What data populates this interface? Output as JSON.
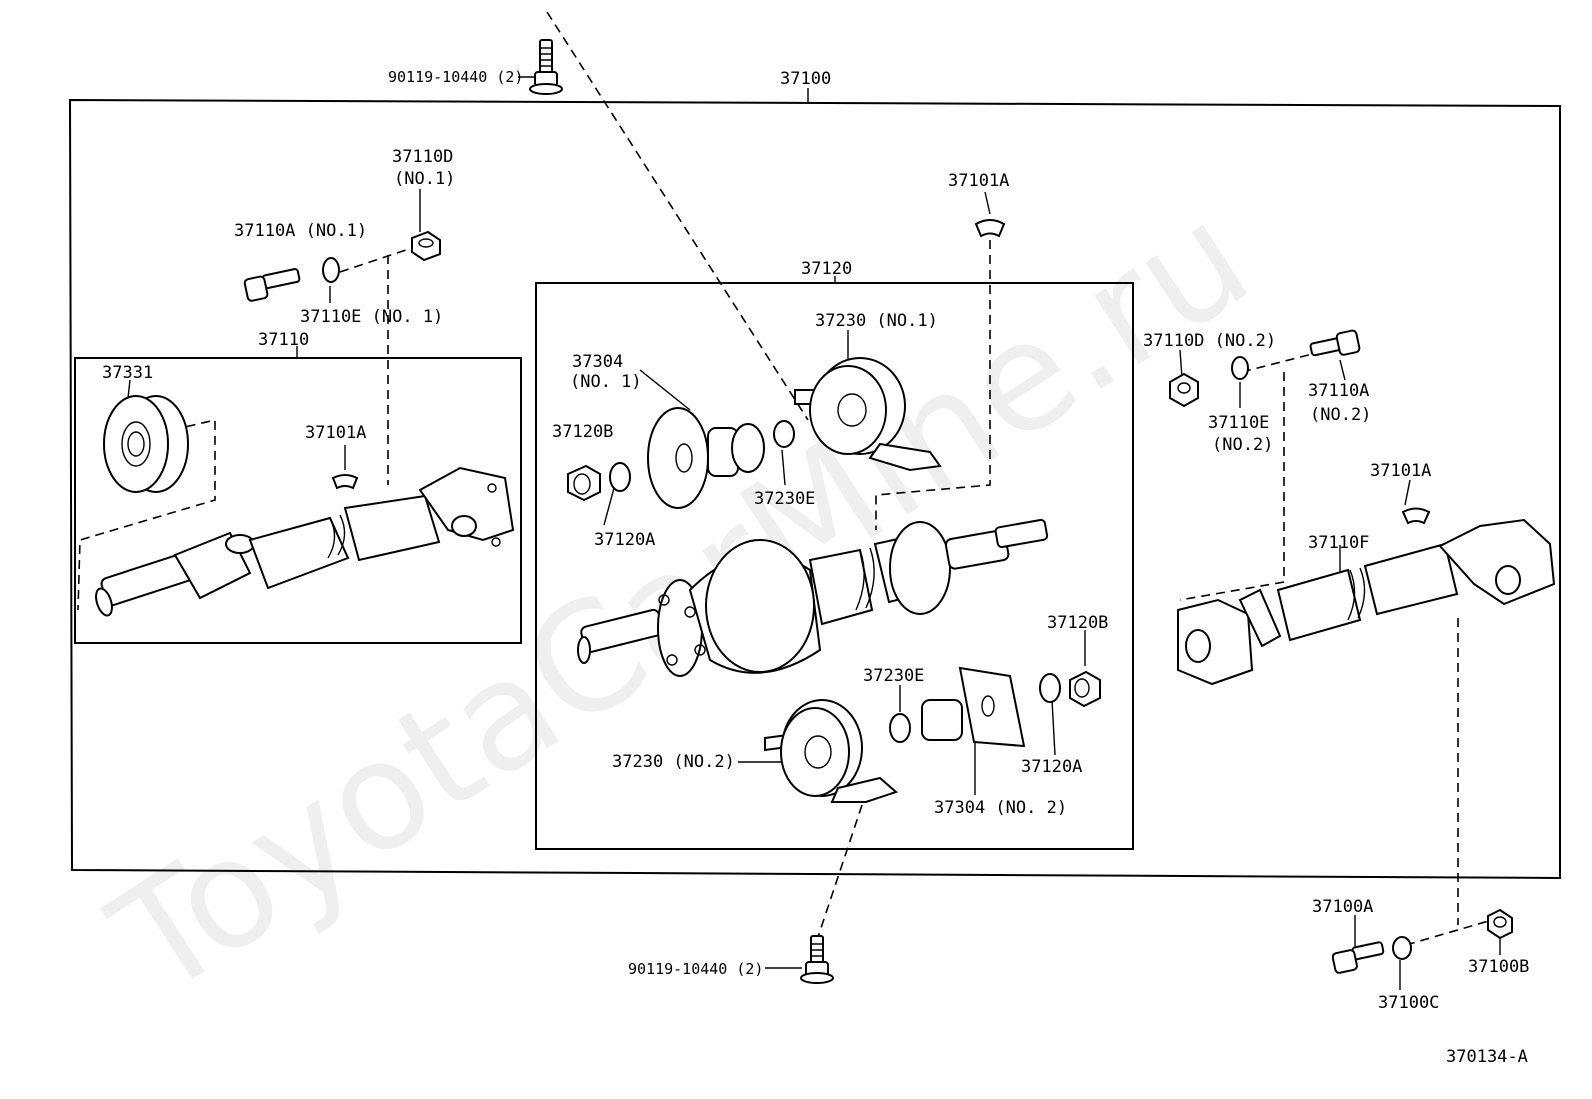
{
  "watermark": "ToyotaCarMine.ru",
  "diagram_id": "370134-A",
  "labels": {
    "assembly": "37100",
    "bolt_top": "90119-10440 (2)",
    "bolt_bottom": "90119-10440 (2)",
    "nut_d1": "37110D",
    "nut_d1_no": "(NO.1)",
    "bolt_a1": "37110A (NO.1)",
    "washer_e1": "37110E (NO. 1)",
    "shaft_front": "37110",
    "bearing": "37331",
    "bal_weight_front": "37101A",
    "center_assy": "37120",
    "bal_weight_center": "37101A",
    "support_no1": "37230 (NO.1)",
    "flange_no1": "37304",
    "flange_no1_no": "(NO. 1)",
    "nut_b1": "37120B",
    "washer_a1": "37120A",
    "spacer_e1": "37230E",
    "nut_d2": "37110D (NO.2)",
    "bolt_a2": "37110A",
    "bolt_a2_no": "(NO.2)",
    "washer_e2": "37110E",
    "washer_e2_no": "(NO.2)",
    "bal_weight_rear": "37101A",
    "shaft_rear": "37110F",
    "nut_b2": "37120B",
    "spacer_e2": "37230E",
    "support_no2": "37230 (NO.2)",
    "washer_a2": "37120A",
    "flange_no2": "37304 (NO. 2)",
    "bolt_100a": "37100A",
    "nut_100b": "37100B",
    "washer_100c": "37100C"
  }
}
